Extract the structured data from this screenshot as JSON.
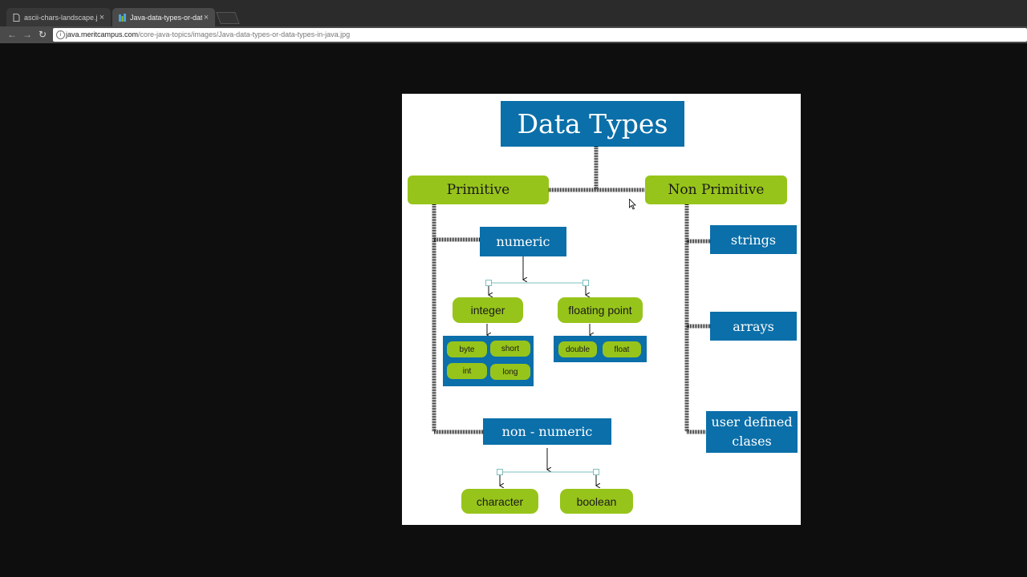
{
  "browser": {
    "tabs": [
      {
        "title": "ascii-chars-landscape.jpg",
        "close": "×"
      },
      {
        "title": "Java-data-types-or-data",
        "close": "×"
      }
    ],
    "nav": {
      "back": "←",
      "forward": "→",
      "reload": "↻"
    },
    "url": {
      "host": "java.meritcampus.com",
      "path": "/core-java-topics/images/Java-data-types-or-data-types-in-java.jpg",
      "info": "i"
    }
  },
  "diagram": {
    "title": "Data Types",
    "primitive": "Primitive",
    "non_primitive": "Non Primitive",
    "numeric": "numeric",
    "integer": "integer",
    "floating_point": "floating point",
    "integer_types": [
      "byte",
      "short",
      "int",
      "long"
    ],
    "float_types": [
      "double",
      "float"
    ],
    "non_numeric": "non - numeric",
    "character": "character",
    "boolean": "boolean",
    "strings": "strings",
    "arrays": "arrays",
    "user_defined_line1": "user defined",
    "user_defined_line2": "clases"
  },
  "colors": {
    "blue": "#0b6fa9",
    "green": "#97c41a",
    "background": "#0e0e0e"
  }
}
